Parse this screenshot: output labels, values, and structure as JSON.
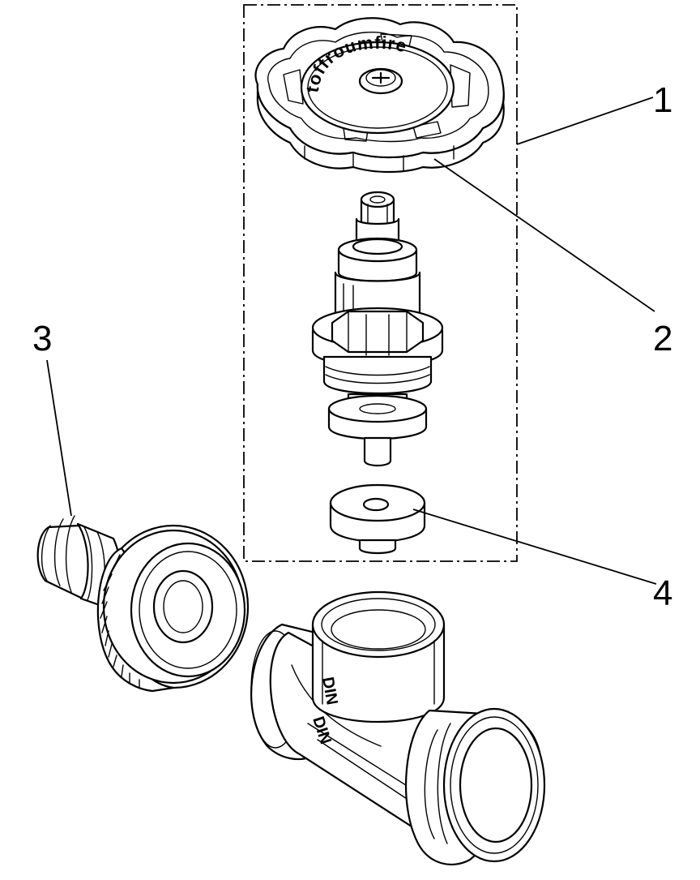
{
  "title": "Valve exploded view",
  "callouts": {
    "c1": "1",
    "c2": "2",
    "c3": "3",
    "c4": "4"
  },
  "handwheel": {
    "brand_text": "toffroumfire"
  },
  "tee_body": {
    "marking_top": "DIN",
    "marking_bottom": "DIN"
  }
}
